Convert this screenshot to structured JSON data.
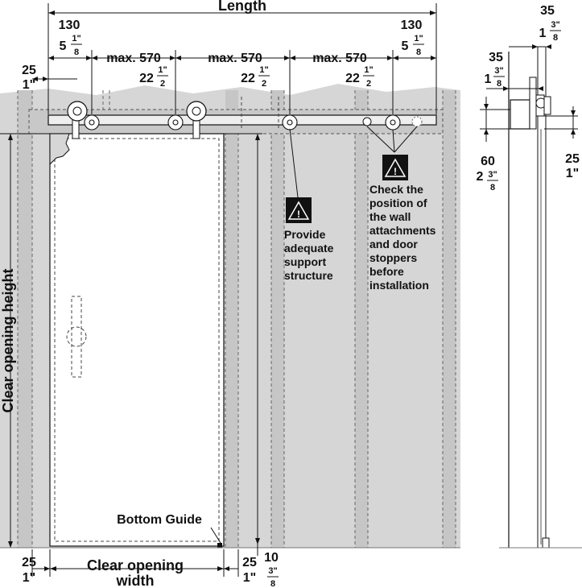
{
  "dimensions": {
    "length": "Length",
    "end_offset_mm": "130",
    "end_offset_in_whole": "5",
    "end_offset_in_num": "1\"",
    "end_offset_in_den": "8",
    "max_spacing_mm": "max. 570",
    "max_spacing_in_whole": "22",
    "max_spacing_in_num": "1\"",
    "max_spacing_in_den": "2",
    "wall_gap_mm": "25",
    "wall_gap_in": "1\"",
    "clear_opening_height": "Clear opening height",
    "clear_opening_width_line1": "Clear opening",
    "clear_opening_width_line2": "width",
    "floor_gap_mm": "10",
    "floor_gap_in_num": "3\"",
    "floor_gap_in_den": "8",
    "bottom_guide": "Bottom Guide"
  },
  "side_view": {
    "top_mm": "35",
    "top_in_whole": "1",
    "top_in_num": "3\"",
    "top_in_den": "8",
    "rail_mm": "35",
    "rail_in_whole": "1",
    "rail_in_num": "3\"",
    "rail_in_den": "8",
    "height_mm": "60",
    "height_in_whole": "2",
    "height_in_num": "3\"",
    "height_in_den": "8",
    "gap_mm": "25",
    "gap_in": "1\""
  },
  "notes": {
    "support": [
      "Provide",
      "adequate",
      "support",
      "structure"
    ],
    "check": [
      "Check the",
      "position of",
      "the wall",
      "attachments",
      "and door",
      "stoppers",
      "before",
      "installation"
    ]
  },
  "colors": {
    "wall": "#d4d4d4",
    "wall_dark": "#c4c4c4",
    "rail": "#e3e3e3",
    "door": "#ffffff",
    "line": "#111111"
  }
}
